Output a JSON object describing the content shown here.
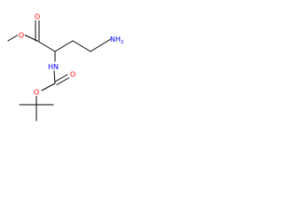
{
  "molecule": {
    "atom_labels": {
      "carbonyl_oxygen": "O",
      "ester_oxygen": "O",
      "amine_nitrogen": "NH",
      "amine_subscript": "2",
      "amide_nitrogen": "HN",
      "carbamate_carbonyl_oxygen": "O",
      "carbamate_ester_oxygen": "O"
    },
    "colors": {
      "oxygen": "#ff0000",
      "nitrogen": "#0000ff",
      "bond": "#000000"
    }
  }
}
